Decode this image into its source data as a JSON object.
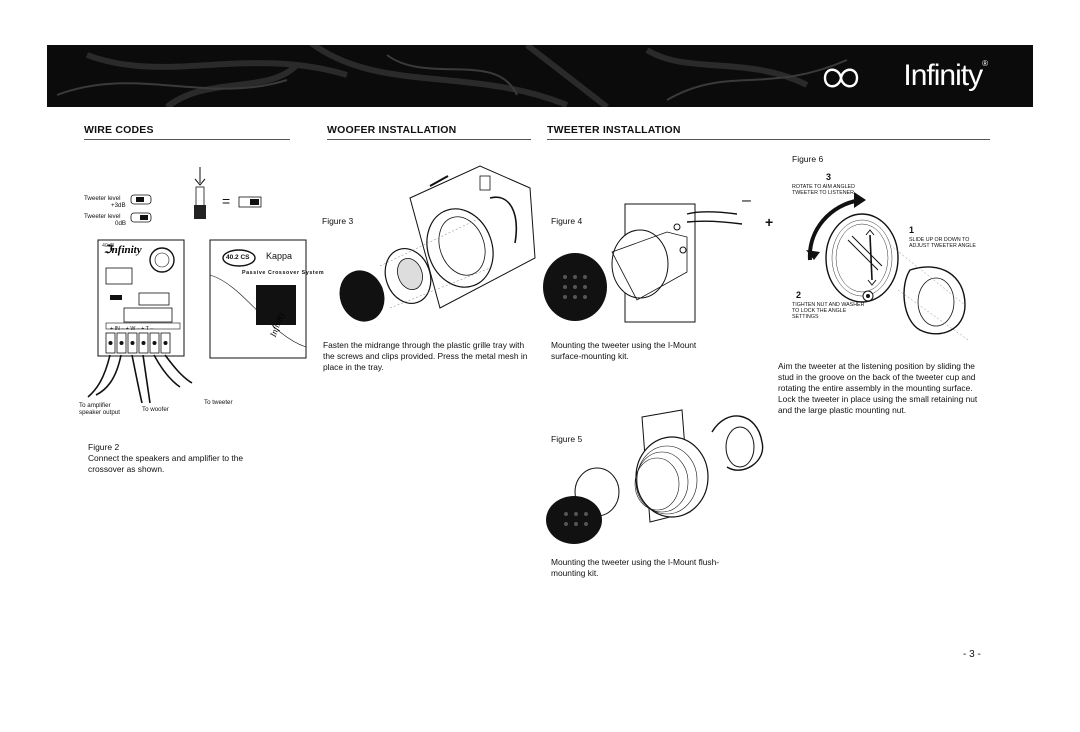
{
  "header": {
    "brand": "Infinity",
    "registered": "®"
  },
  "wire_codes": {
    "title": "Wire Codes",
    "tweeter_level_1": "Tweeter level",
    "level_plus": "+3dB",
    "tweeter_level_2": "Tweeter level",
    "level_zero": "0dB",
    "equals": "=",
    "box_brand": "Infinity",
    "box_model_badge": "40.2 CS",
    "box_model_name": "Kappa",
    "box_subtitle": "Passive Crossover System",
    "terminal_labels": "+ IN –   + W –   + T –",
    "to_amplifier": "To amplifier speaker output",
    "to_woofer": "To woofer",
    "to_tweeter": "To tweeter",
    "figure_label": "Figure 2",
    "caption": "Connect the speakers and amplifier to the crossover as shown."
  },
  "woofer": {
    "title": "Woofer Installation",
    "figure_label": "Figure 3",
    "caption": "Fasten the midrange through the plastic grille tray with the screws and clips provided. Press the metal mesh in place in the tray."
  },
  "tweeter": {
    "title": "Tweeter Installation",
    "fig4_label": "Figure 4",
    "fig4_caption": "Mounting the tweeter using the I-Mount surface-mounting kit.",
    "fig5_label": "Figure 5",
    "fig5_caption": "Mounting the tweeter using the I-Mount flush-mounting kit.",
    "minus": "–",
    "plus": "+",
    "fig6_label": "Figure 6",
    "step3_num": "3",
    "step3_text": "ROTATE TO AIM ANGLED TWEETER TO LISTENER",
    "step1_num": "1",
    "step1_text": "SLIDE UP OR DOWN TO ADJUST TWEETER ANGLE",
    "step2_num": "2",
    "step2_text": "TIGHTEN NUT AND WASHER TO LOCK THE ANGLE SETTINGS",
    "fig6_caption": "Aim the tweeter at the listening position by sliding the stud in the groove on the back of the tweeter cup and rotating the entire assembly in the mounting surface. Lock the tweeter in place using the small retaining nut and the large plastic mounting nut."
  },
  "footer": {
    "page_number": "- 3 -"
  }
}
